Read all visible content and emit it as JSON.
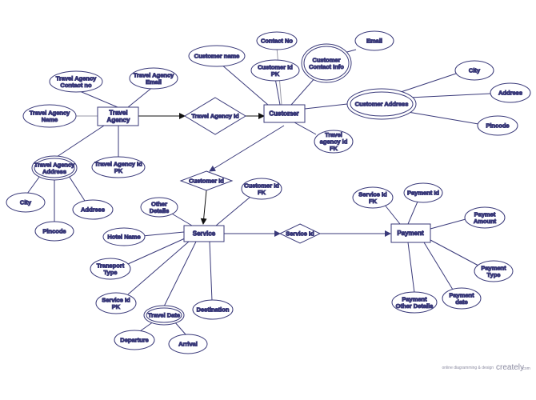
{
  "colors": {
    "stroke": "#3a3a7a",
    "line_gray": "#9a9aa8",
    "text": "#1e1e3a",
    "brand": "#5577cc"
  },
  "entities": {
    "travel_agency": [
      "Travel",
      "Agency"
    ],
    "customer": [
      "Customer"
    ],
    "service": [
      "Service"
    ],
    "payment": [
      "Payment"
    ]
  },
  "relationships": {
    "travel_agency_id": [
      "Travel Agency Id"
    ],
    "customer_id": [
      "Customer Id"
    ],
    "service_id": [
      "Service Id"
    ]
  },
  "attributes": {
    "ta_contact": [
      "Travel Agency",
      "Contact no"
    ],
    "ta_email": [
      "Travel Agency",
      "Email"
    ],
    "ta_name": [
      "Travel Agency",
      "Name"
    ],
    "ta_address": [
      "Travel Agency",
      "Address"
    ],
    "ta_id_pk": [
      "Travel Agency Id",
      "PK"
    ],
    "ta_city": [
      "City"
    ],
    "ta_pincode": [
      "Pincode"
    ],
    "ta_addr": [
      "Address"
    ],
    "cust_name": [
      "Customer name"
    ],
    "cust_contact_no": [
      "Contact No"
    ],
    "cust_email": [
      "Email"
    ],
    "cust_id_pk": [
      "Customer Id",
      "PK"
    ],
    "cust_contact_info": [
      "Customer",
      "Contact Info"
    ],
    "cust_address": [
      "Customer Address"
    ],
    "cust_city": [
      "City"
    ],
    "cust_addr": [
      "Address"
    ],
    "cust_pincode": [
      "Pincode"
    ],
    "cust_ta_fk": [
      "Travel",
      "agency id",
      "FK"
    ],
    "svc_cust_fk": [
      "Customer Id",
      "FK"
    ],
    "svc_other": [
      "Other",
      "Details"
    ],
    "svc_hotel": [
      "Hotel Name"
    ],
    "svc_transport": [
      "Transport",
      "Type"
    ],
    "svc_id_pk": [
      "Service Id",
      "PK"
    ],
    "svc_travel_date": [
      "Travel Date"
    ],
    "svc_destination": [
      "Destination"
    ],
    "svc_departure": [
      "Departure"
    ],
    "svc_arrival": [
      "Arrival"
    ],
    "pay_service_fk": [
      "Service Id",
      "FK"
    ],
    "pay_id": [
      "Payment Id"
    ],
    "pay_amount": [
      "Paymet",
      "Amount"
    ],
    "pay_type": [
      "Payment",
      "Type"
    ],
    "pay_date": [
      "Payment",
      "date"
    ],
    "pay_other": [
      "Payment",
      "Other Details"
    ]
  },
  "watermark": {
    "left": "online diagramming & design",
    "brand": "creately",
    "suffix": ".com"
  }
}
